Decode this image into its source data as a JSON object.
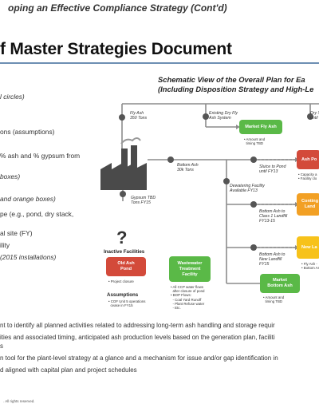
{
  "header": {
    "subtitle": "oping an Effective Compliance Strategy (Cont'd)",
    "title": "f Master Strategies Document"
  },
  "left_bullets": [
    {
      "text": "l circles)"
    },
    {
      "text": "ons (assumptions)"
    },
    {
      "text": "% ash and % gypsum from"
    },
    {
      "text": "boxes)"
    },
    {
      "text": "and orange boxes)"
    },
    {
      "text": "pe (e.g., pond, dry stack,"
    },
    {
      "text": "al site (FY)"
    },
    {
      "text": "ility"
    },
    {
      "text": "(2015 installations)"
    }
  ],
  "schematic": {
    "title_line1": "Schematic View of the Overall Plan for Ea",
    "title_line2": "(Including Disposition Strategy and High-Le",
    "labels": {
      "fly_ash": "Fly Ash\n350 Tons",
      "existing_dry_fly": "Existing Dry Fly\nAsh System",
      "dry_partial": "Dry S\nuntil",
      "bottom_ash": "Bottom Ash\n30k Tons",
      "dewatering": "Dewatering Facility\nAvailable FY13",
      "sluice": "Sluice to Pond\nuntil FY13",
      "gypsum": "Gypsum TBD\nTons FY15",
      "bottom_class1": "Bottom Ash to\nClass 1 Landfill\nFY13-15",
      "bottom_new": "Bottom Ash to\nNew Landfill\nFY15"
    },
    "boxes": {
      "market_fly_ash": "Market Fly Ash",
      "ash_pond_partial": "Ash Po",
      "contingency_partial": "Conting\nLand",
      "new_landfill_partial": "New La",
      "market_bottom_ash": "Market\nBottom Ash",
      "old_ash_pond": "Old Ash\nPond",
      "wastewater": "Wastewater\nTreatment\nFacility"
    },
    "notes": {
      "market_fly": "• Amount and\n  timing TBD",
      "ash_pond": "• Capacity a\n• Facility clo",
      "new_landfill": "• Fly Ash -\n• Bottom As",
      "market_bottom": "• Amount and\n  timing TBD",
      "old_pond": "• Project closure",
      "wastewater": "• All CCP water flows\n  after closure of pond\n• BOP Flows:\n  - Coal Yard Runoff\n  - Plant Refuse water\n  - Etc."
    },
    "inactive_title": "Inactive Facilities",
    "assumptions_title": "Assumptions",
    "assumptions_text": "• COF Unit 5 operations\n  cease in FY15",
    "question_mark": "?"
  },
  "bottom_bullets": [
    {
      "text": "nt to identify all planned activities related to addressing long-term ash handling and storage requir"
    },
    {
      "text": "ities and associated timing, anticipated ash production levels based on the generation plan, faciliti"
    },
    {
      "text": "s"
    },
    {
      "text": "n tool for the plant-level strategy at a glance and a mechanism for issue and/or gap identification in"
    },
    {
      "text": "d aligned with capital plan and project schedules"
    }
  ],
  "footer": {
    "copyright": ". All rights reserved."
  },
  "colors": {
    "green": "#5ab947",
    "red": "#d34a3a",
    "orange": "#f2a024",
    "yellow": "#f7c21a",
    "line": "#8c8c8c",
    "dot": "#555555"
  }
}
